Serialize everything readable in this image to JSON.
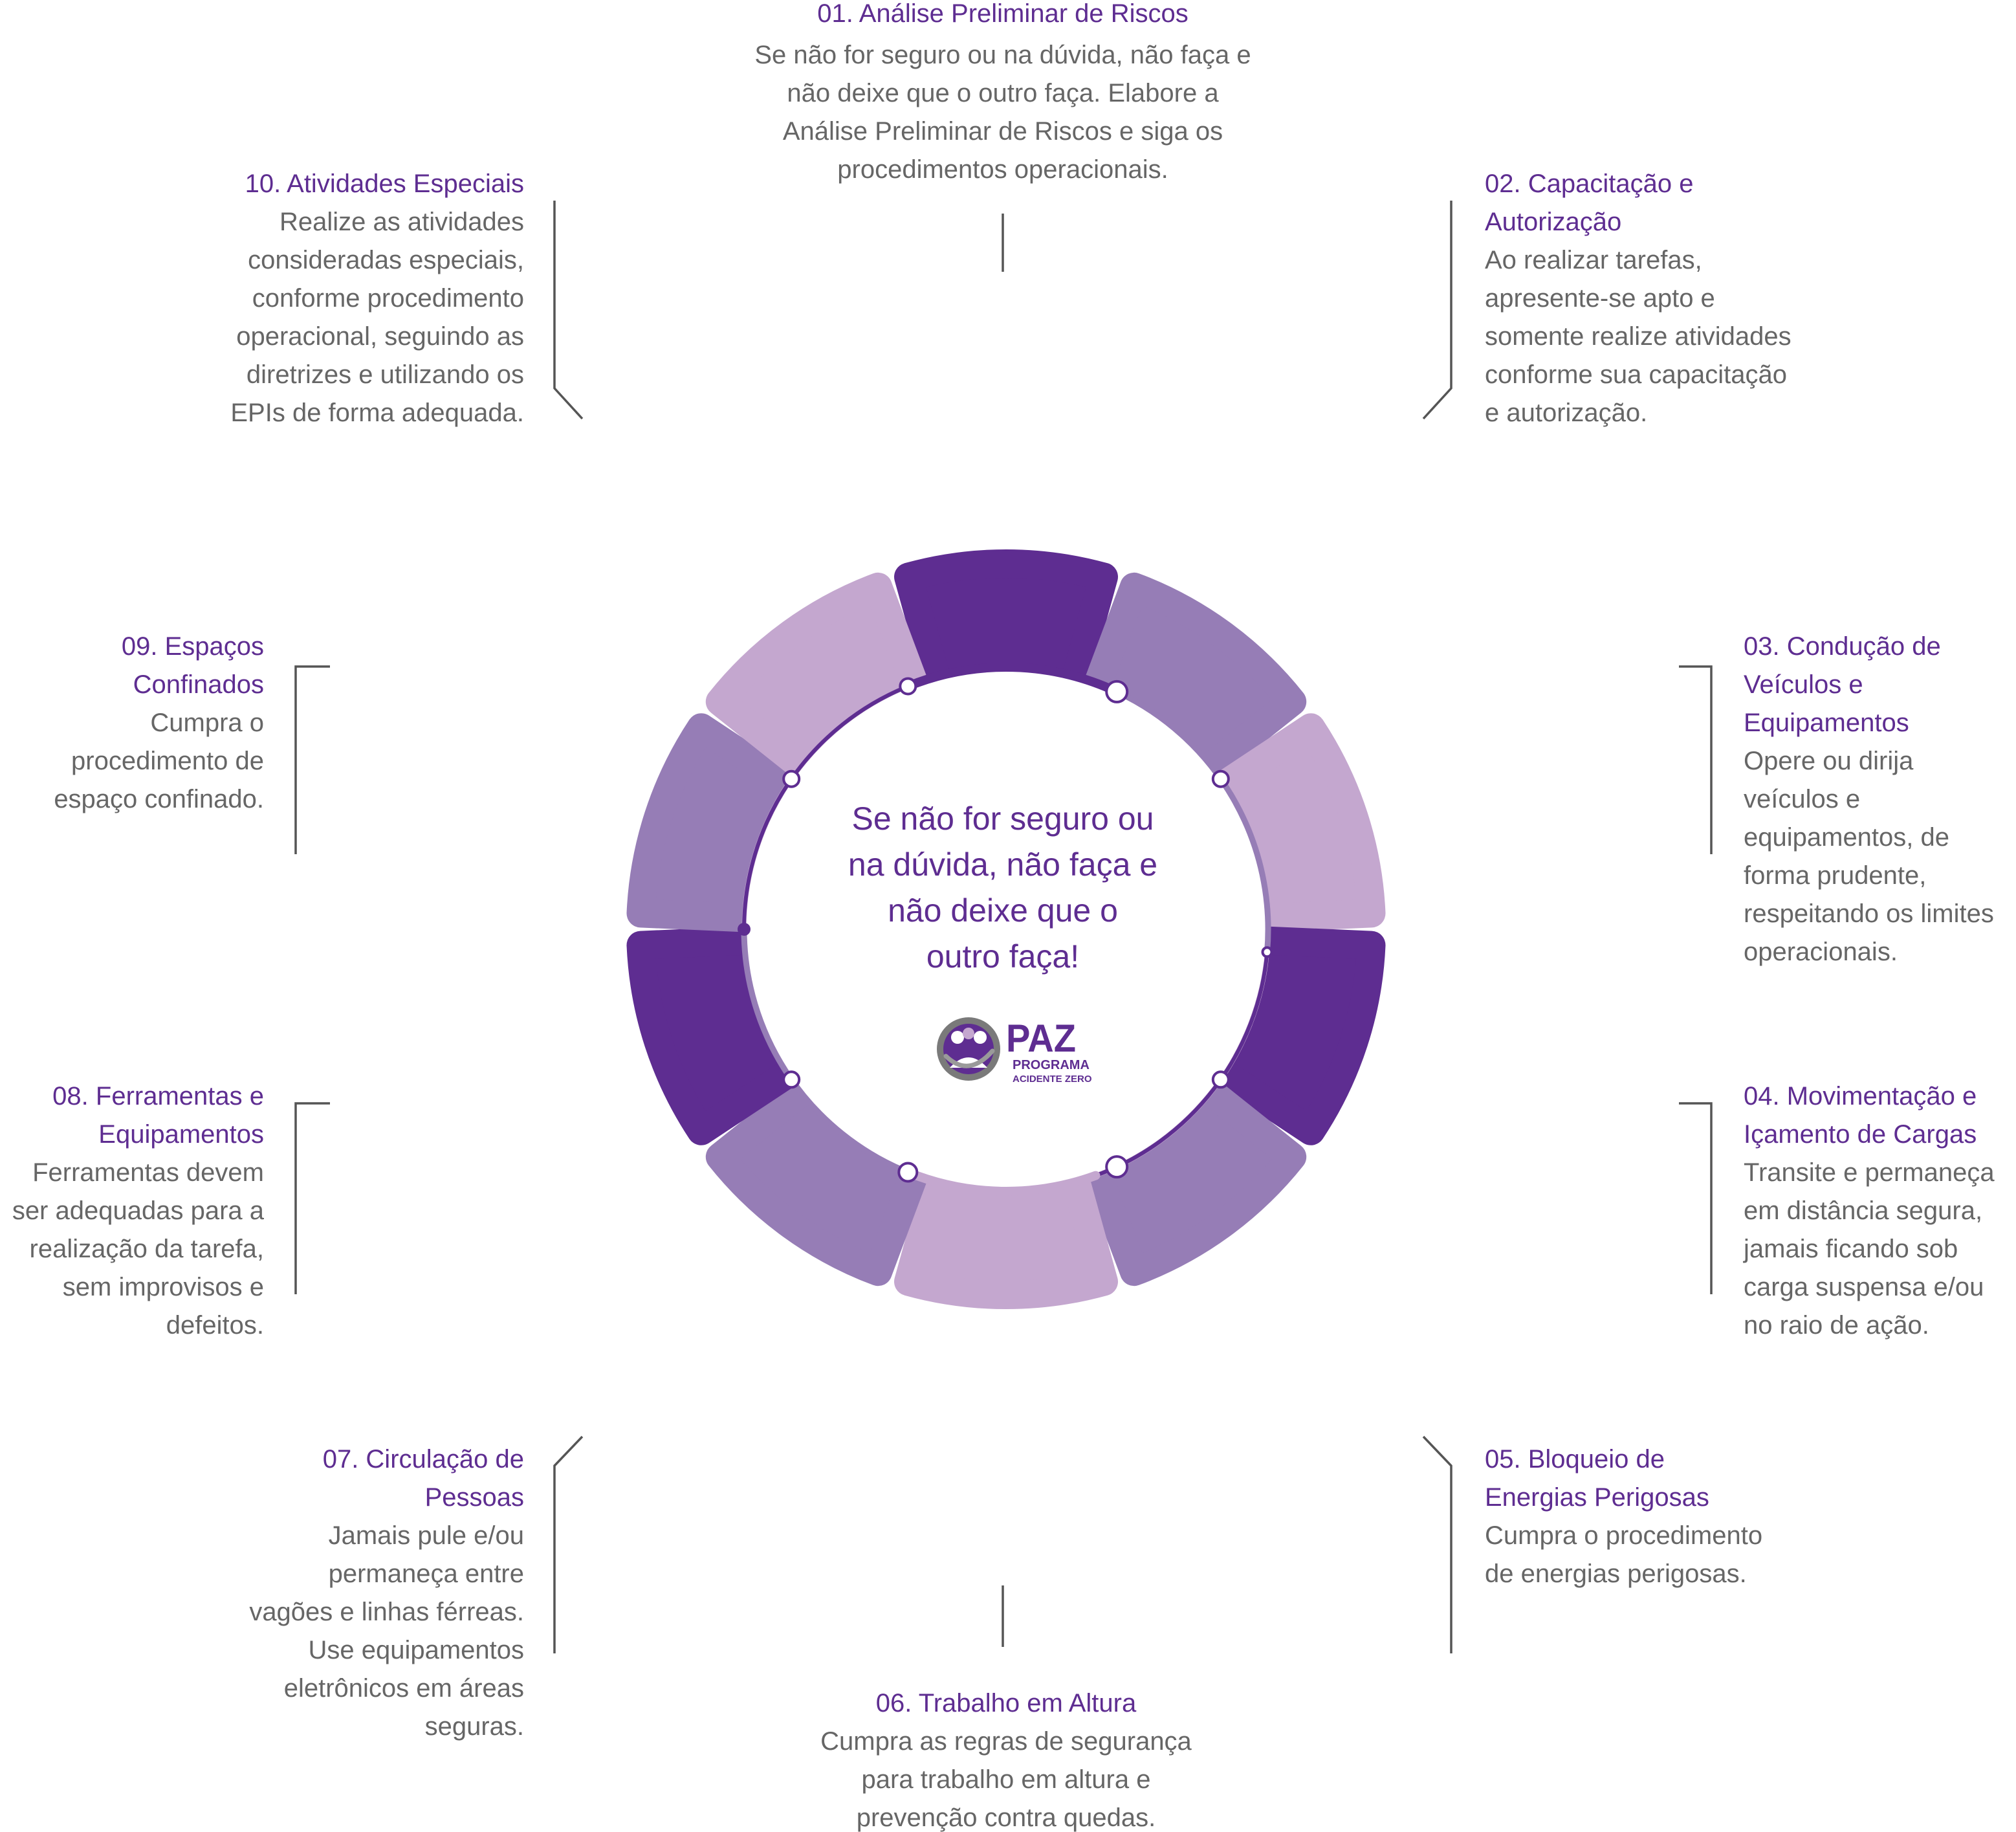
{
  "colors": {
    "dark": "#5e2d91",
    "medium": "#967db6",
    "light": "#c4a7cf",
    "title": "#5e2d91",
    "body_text": "#666666",
    "leader": "#555555"
  },
  "center": {
    "message_lines": [
      "Se não for seguro ou",
      "na dúvida, não faça e",
      "não deixe que o",
      "outro faça!"
    ],
    "logo": {
      "name": "PAZ",
      "sub_line1": "PROGRAMA",
      "sub_line2": "ACIDENTE ZERO"
    }
  },
  "rules": [
    {
      "title": [
        "01. Análise Preliminar de Riscos"
      ],
      "text": [
        "Se não for seguro ou na dúvida, não faça e",
        "não deixe que o outro faça. Elabore a",
        "Análise Preliminar de Riscos e siga os",
        "procedimentos operacionais."
      ],
      "icon": "document-check-icon",
      "shade": "dark"
    },
    {
      "title": [
        "02. Capacitação e",
        "Autorização"
      ],
      "text": [
        "Ao realizar tarefas,",
        "apresente-se apto e",
        "somente realize atividades",
        "conforme sua capacitação",
        "e autorização."
      ],
      "icon": "instructor-board-icon",
      "shade": "medium"
    },
    {
      "title": [
        "03. Condução de",
        "Veículos e",
        "Equipamentos"
      ],
      "text": [
        "Opere ou dirija",
        "veículos e",
        "equipamentos, de",
        "forma prudente,",
        "respeitando os limites",
        "operacionais."
      ],
      "icon": "bus-driver-icon",
      "shade": "light"
    },
    {
      "title": [
        "04. Movimentação e",
        "Içamento de Cargas"
      ],
      "text": [
        "Transite e permaneça",
        "em distância segura,",
        "jamais ficando sob",
        "carga suspensa e/ou",
        "no raio de ação."
      ],
      "icon": "suspended-load-icon",
      "shade": "dark"
    },
    {
      "title": [
        "05. Bloqueio de",
        "Energias Perigosas"
      ],
      "text": [
        "Cumpra o procedimento",
        "de energias perigosas."
      ],
      "icon": "energy-lock-icon",
      "shade": "medium"
    },
    {
      "title": [
        "06. Trabalho em Altura"
      ],
      "text": [
        "Cumpra as regras de segurança",
        "para trabalho em altura e",
        "prevenção contra quedas."
      ],
      "icon": "harness-worker-icon",
      "shade": "light"
    },
    {
      "title": [
        "07. Circulação de",
        "Pessoas"
      ],
      "text": [
        "Jamais pule e/ou",
        "permaneça entre",
        "vagões e linhas férreas.",
        "Use equipamentos",
        "eletrônicos em áreas",
        "seguras."
      ],
      "icon": "train-worker-icon",
      "shade": "medium"
    },
    {
      "title": [
        "08. Ferramentas e",
        "Equipamentos"
      ],
      "text": [
        "Ferramentas devem",
        "ser adequadas para a",
        "realização da tarefa,",
        "sem improvisos e",
        "defeitos."
      ],
      "icon": "broken-wrench-icon",
      "shade": "dark"
    },
    {
      "title": [
        "09. Espaços",
        "Confinados"
      ],
      "text": [
        "Cumpra o",
        "procedimento de",
        "espaço confinado."
      ],
      "icon": "confined-space-icon",
      "shade": "medium"
    },
    {
      "title": [
        "10. Atividades Especiais"
      ],
      "text": [
        "Realize as atividades",
        "consideradas especiais,",
        "conforme procedimento",
        "operacional, seguindo as",
        "diretrizes e utilizando os",
        "EPIs de forma adequada."
      ],
      "icon": "warning-triangle-icon",
      "shade": "light"
    }
  ]
}
